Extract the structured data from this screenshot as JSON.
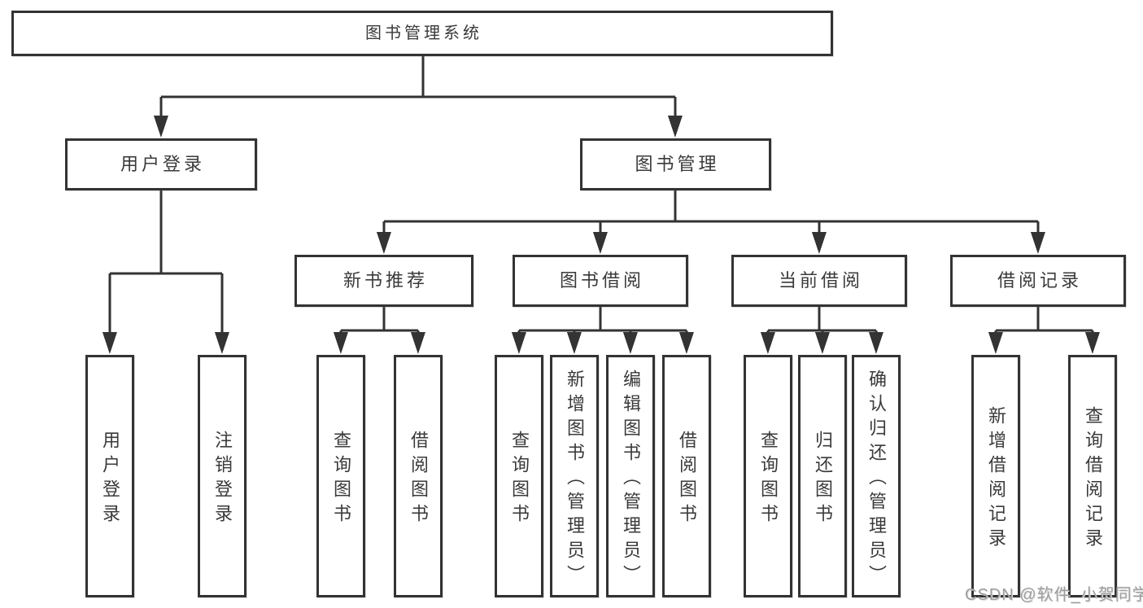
{
  "tree": {
    "label": "图书管理系统",
    "children": [
      {
        "label": "用户登录",
        "children": [
          {
            "label": "用户登录"
          },
          {
            "label": "注销登录"
          }
        ]
      },
      {
        "label": "图书管理",
        "children": [
          {
            "label": "新书推荐",
            "children": [
              {
                "label": "查询图书"
              },
              {
                "label": "借阅图书"
              }
            ]
          },
          {
            "label": "图书借阅",
            "children": [
              {
                "label": "查询图书"
              },
              {
                "label": "新增图书（管理员）"
              },
              {
                "label": "编辑图书（管理员）"
              },
              {
                "label": "借阅图书"
              }
            ]
          },
          {
            "label": "当前借阅",
            "children": [
              {
                "label": "查询图书"
              },
              {
                "label": "归还图书"
              },
              {
                "label": "确认归还（管理员）"
              }
            ]
          },
          {
            "label": "借阅记录",
            "children": [
              {
                "label": "新增借阅记录"
              },
              {
                "label": "查询借阅记录"
              }
            ]
          }
        ]
      }
    ]
  },
  "watermark": "CSDN @软件_小贺同学",
  "colors": {
    "line": "#333333",
    "box_border": "#333333",
    "text": "#3a3a3a",
    "background": "#ffffff",
    "watermark": "#9e9e9e"
  }
}
